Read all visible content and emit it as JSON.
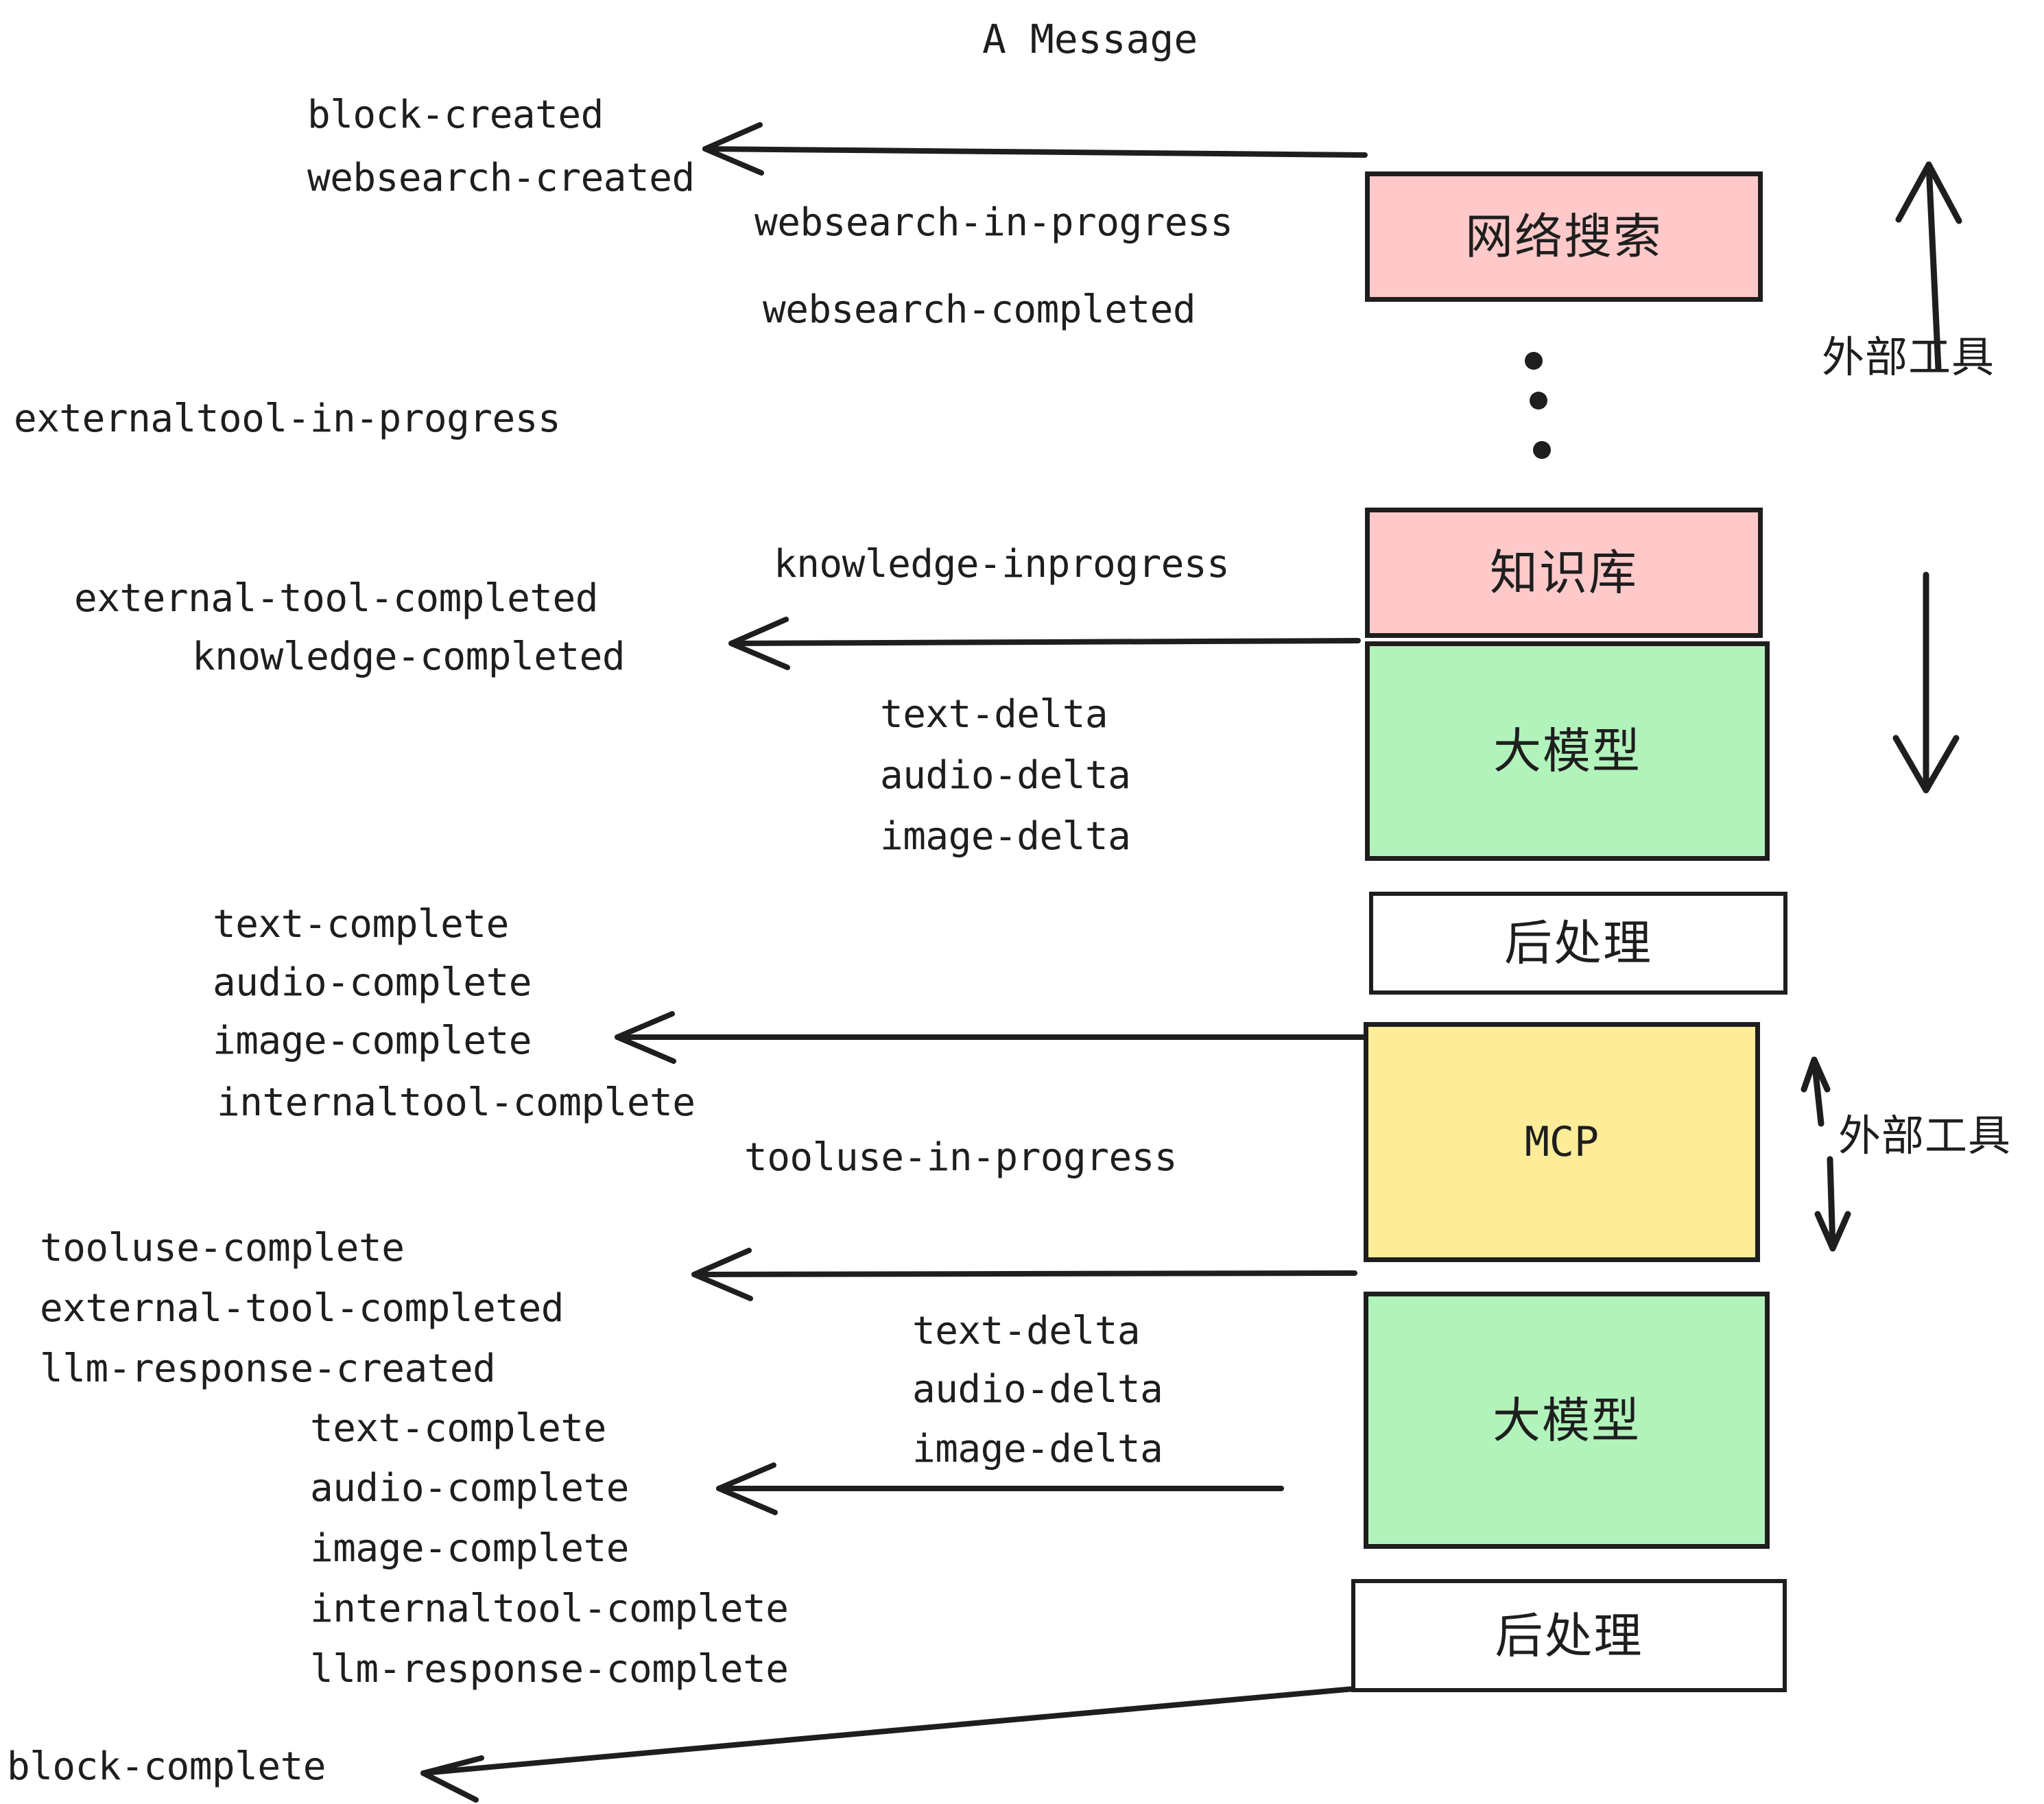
{
  "title": "A Message",
  "boxes": [
    {
      "key": "websearch",
      "label": "网络搜索",
      "fill": "#ffc9c9",
      "kind": "cn"
    },
    {
      "key": "knowledge",
      "label": "知识库",
      "fill": "#ffc9c9",
      "kind": "cn"
    },
    {
      "key": "llm_top",
      "label": "大模型",
      "fill": "#b2f2bb",
      "kind": "cn"
    },
    {
      "key": "postprocess_top",
      "label": "后处理",
      "fill": "#ffffff",
      "kind": "cn"
    },
    {
      "key": "mcp",
      "label": "MCP",
      "fill": "#ffec99",
      "kind": "mono"
    },
    {
      "key": "llm_bottom",
      "label": "大模型",
      "fill": "#b2f2bb",
      "kind": "cn"
    },
    {
      "key": "postprocess_bottom",
      "label": "后处理",
      "fill": "#ffffff",
      "kind": "cn"
    }
  ],
  "side_labels": [
    {
      "key": "external_tool_top",
      "label": "外部工具"
    },
    {
      "key": "external_tool_bottom",
      "label": "外部工具"
    }
  ],
  "events": [
    {
      "key": "block-created",
      "text": "block-created"
    },
    {
      "key": "websearch-created",
      "text": "websearch-created"
    },
    {
      "key": "websearch-in-progress",
      "text": "websearch-in-progress"
    },
    {
      "key": "websearch-completed",
      "text": "websearch-completed"
    },
    {
      "key": "externaltool-in-progress",
      "text": "externaltool-in-progress"
    },
    {
      "key": "knowledge-inprogress",
      "text": "knowledge-inprogress"
    },
    {
      "key": "external-tool-completed-1",
      "text": "external-tool-completed"
    },
    {
      "key": "knowledge-completed",
      "text": "knowledge-completed"
    },
    {
      "key": "text-delta-1",
      "text": "text-delta"
    },
    {
      "key": "audio-delta-1",
      "text": "audio-delta"
    },
    {
      "key": "image-delta-1",
      "text": "image-delta"
    },
    {
      "key": "text-complete-1",
      "text": "text-complete"
    },
    {
      "key": "audio-complete-1",
      "text": "audio-complete"
    },
    {
      "key": "image-complete-1",
      "text": "image-complete"
    },
    {
      "key": "internaltool-complete-1",
      "text": "internaltool-complete"
    },
    {
      "key": "tooluse-in-progress",
      "text": "tooluse-in-progress"
    },
    {
      "key": "tooluse-complete",
      "text": "tooluse-complete"
    },
    {
      "key": "external-tool-completed-2",
      "text": "external-tool-completed"
    },
    {
      "key": "llm-response-created",
      "text": "llm-response-created"
    },
    {
      "key": "text-complete-2",
      "text": "text-complete"
    },
    {
      "key": "text-delta-2",
      "text": "text-delta"
    },
    {
      "key": "audio-delta-2",
      "text": "audio-delta"
    },
    {
      "key": "image-delta-2",
      "text": "image-delta"
    },
    {
      "key": "audio-complete-2",
      "text": "audio-complete"
    },
    {
      "key": "image-complete-2",
      "text": "image-complete"
    },
    {
      "key": "internaltool-complete-2",
      "text": "internaltool-complete"
    },
    {
      "key": "llm-response-complete",
      "text": "llm-response-complete"
    },
    {
      "key": "block-complete",
      "text": "block-complete"
    }
  ],
  "colors": {
    "stroke": "#1e1e1e",
    "pink": "#ffc9c9",
    "green": "#b2f2bb",
    "yellow": "#ffec99",
    "white": "#ffffff",
    "background": "#ffffff"
  }
}
